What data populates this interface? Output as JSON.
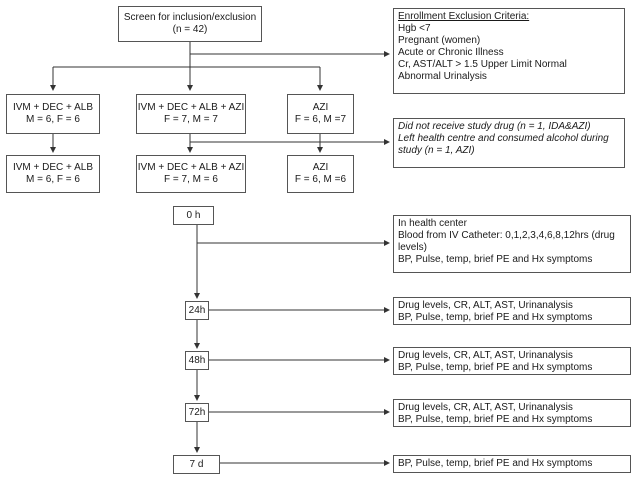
{
  "screen": {
    "title": "Screen for inclusion/exclusion",
    "count": "(n = 42)"
  },
  "exclusion": {
    "title": "Enrollment Exclusion Criteria:",
    "items": [
      "Hgb <7",
      "Pregnant (women)",
      "Acute or Chronic Illness",
      "Cr, AST/ALT > 1.5 Upper Limit Normal",
      "Abnormal Urinalysis"
    ]
  },
  "arms": [
    {
      "name": "IVM  + DEC + ALB",
      "counts": "M = 6, F = 6"
    },
    {
      "name": "IVM + DEC + ALB + AZI",
      "counts": "F = 7, M = 7"
    },
    {
      "name": "AZI",
      "counts": "F = 6, M =7"
    }
  ],
  "dropouts": {
    "line1": "Did not receive study drug (n = 1, IDA&AZI)",
    "line2": "Left health centre and consumed alcohol during study (n = 1, AZI)"
  },
  "final_arms": [
    {
      "name": "IVM  + DEC + ALB",
      "counts": "M = 6, F = 6"
    },
    {
      "name": "IVM + DEC + ALB + AZI",
      "counts": "F = 7, M = 6"
    },
    {
      "name": "AZI",
      "counts": "F = 6, M =6"
    }
  ],
  "timepoints": [
    "0 h",
    "24h",
    "48h",
    "72h",
    "7 d"
  ],
  "procedures": [
    {
      "lines": [
        "In health center",
        "Blood from IV Catheter: 0,1,2,3,4,6,8,12hrs (drug levels)",
        "BP, Pulse, temp, brief PE and Hx symptoms"
      ]
    },
    {
      "lines": [
        "Drug levels, CR, ALT, AST, Urinanalysis",
        "BP, Pulse, temp, brief PE and Hx symptoms"
      ]
    },
    {
      "lines": [
        "Drug levels, CR, ALT, AST, Urinanalysis",
        "BP, Pulse, temp, brief PE and Hx symptoms"
      ]
    },
    {
      "lines": [
        "Drug levels, CR, ALT, AST, Urinanalysis",
        "BP, Pulse, temp, brief PE and Hx symptoms"
      ]
    },
    {
      "lines": [
        "BP, Pulse, temp, brief PE and Hx symptoms"
      ]
    }
  ]
}
